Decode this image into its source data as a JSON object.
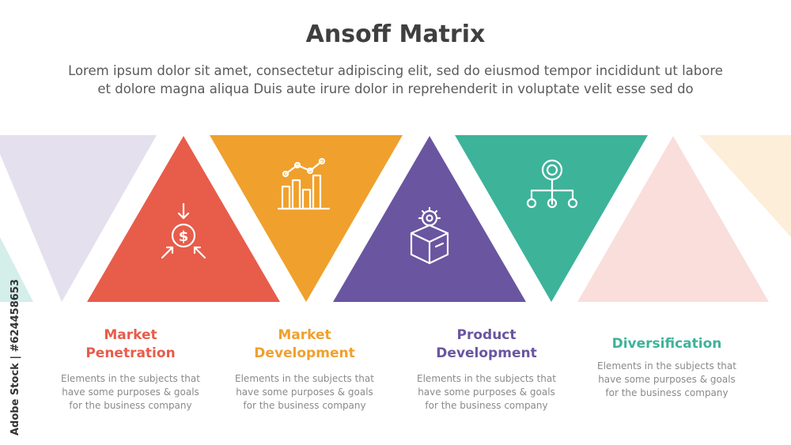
{
  "title": "Ansoff Matrix",
  "subtitle_line1": "Lorem ipsum dolor sit amet, consectetur adipiscing elit, sed do eiusmod tempor incididunt ut labore",
  "subtitle_line2": "et dolore magna aliqua Duis aute irure dolor in reprehenderit in voluptate velit esse sed do",
  "items": [
    {
      "label_line1": "Market",
      "label_line2": "Penetration",
      "color": "#e85c4a",
      "icon": "dollar-target-icon",
      "desc_line1": "Elements in the subjects that",
      "desc_line2": "have  some purposes & goals",
      "desc_line3": "for the  business company"
    },
    {
      "label_line1": "Market",
      "label_line2": "Development",
      "color": "#f0a02c",
      "icon": "growth-bar-chart-icon",
      "desc_line1": "Elements in the subjects that",
      "desc_line2": "have  some purposes & goals",
      "desc_line3": "for the  business company"
    },
    {
      "label_line1": "Product",
      "label_line2": "Development",
      "color": "#6a55a0",
      "icon": "box-gear-icon",
      "desc_line1": "Elements in the subjects that",
      "desc_line2": "have  some purposes & goals",
      "desc_line3": "for the  business company"
    },
    {
      "label_line1": "Diversification",
      "color": "#3db39a",
      "icon": "hierarchy-network-icon",
      "desc_line1": "Elements in the subjects that",
      "desc_line2": "have  some purposes & goals",
      "desc_line3": "for the  business company"
    }
  ],
  "watermark_side": "Adobe Stock | #624458653"
}
